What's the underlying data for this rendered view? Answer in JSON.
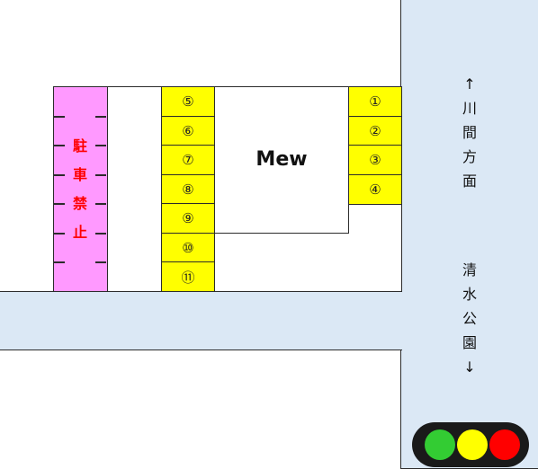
{
  "building": {
    "label": "Mew"
  },
  "no_parking": {
    "chars": [
      "駐",
      "車",
      "禁",
      "止"
    ]
  },
  "spots_right": [
    "①",
    "②",
    "③",
    "④"
  ],
  "spots_left": [
    "⑤",
    "⑥",
    "⑦",
    "⑧",
    "⑨",
    "⑩",
    "⑪"
  ],
  "direction_north": {
    "chars": [
      "↑",
      "川",
      "間",
      "方",
      "面"
    ]
  },
  "direction_south": {
    "chars": [
      "清",
      "水",
      "公",
      "園",
      "↓"
    ]
  },
  "traffic_signal": {
    "lamps": [
      "green",
      "yellow",
      "red"
    ]
  },
  "colors": {
    "road": "#dbe8f5",
    "no_parking_zone": "#ff99ff",
    "no_parking_text": "#ff0000",
    "parking_spot": "#ffff00",
    "signal_housing": "#1a1a1a",
    "lamp_green": "#33cc33",
    "lamp_yellow": "#ffff00",
    "lamp_red": "#ff0000"
  }
}
